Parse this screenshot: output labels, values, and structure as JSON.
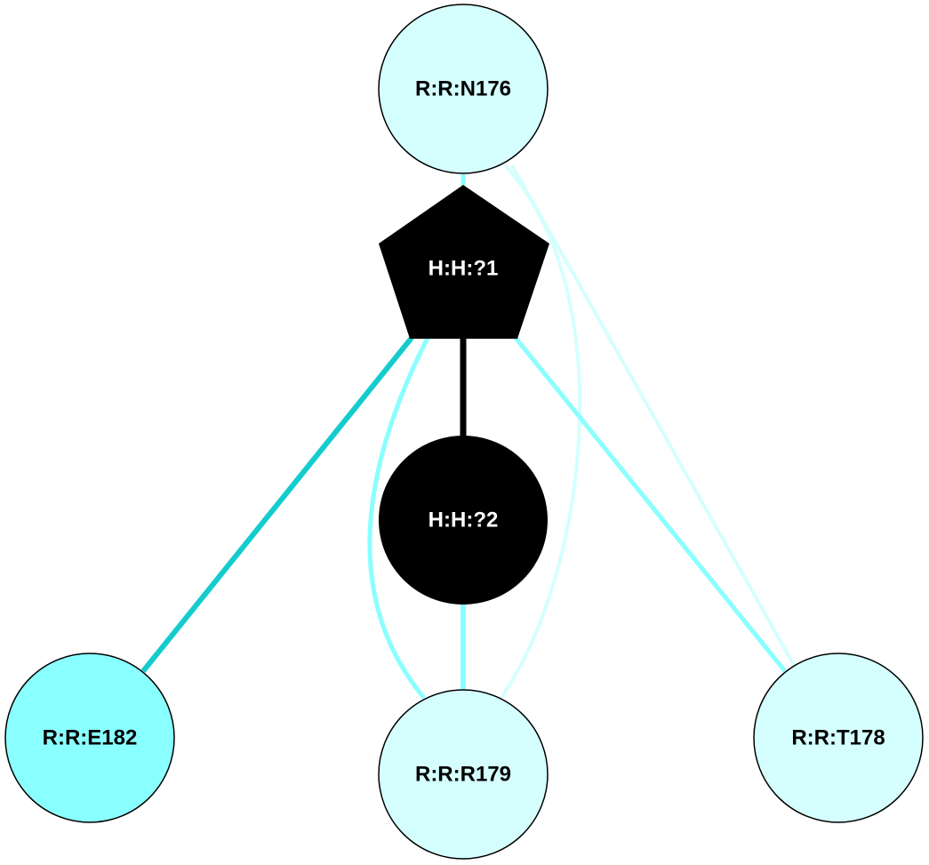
{
  "nodes": {
    "n176": {
      "label": "R:R:N176",
      "fill": "#d5ffff",
      "text_color": "#000000"
    },
    "h1": {
      "label": "H:H:?1",
      "fill": "#000000",
      "text_color": "#ffffff"
    },
    "h2": {
      "label": "H:H:?2",
      "fill": "#000000",
      "text_color": "#ffffff"
    },
    "e182": {
      "label": "R:R:E182",
      "fill": "#8affff",
      "text_color": "#000000"
    },
    "r179": {
      "label": "R:R:R179",
      "fill": "#d5ffff",
      "text_color": "#000000"
    },
    "t178": {
      "label": "R:R:T178",
      "fill": "#d5ffff",
      "text_color": "#000000"
    }
  },
  "edges": [
    {
      "from": "H:H:?1",
      "to": "R:R:N176",
      "color": "#8affff"
    },
    {
      "from": "H:H:?1",
      "to": "H:H:?2",
      "color": "#000000"
    },
    {
      "from": "H:H:?1",
      "to": "R:R:E182",
      "color": "#14cccc"
    },
    {
      "from": "H:H:?1",
      "to": "R:R:R179",
      "color": "#8affff"
    },
    {
      "from": "H:H:?1",
      "to": "R:R:T178",
      "color": "#8affff"
    },
    {
      "from": "H:H:?2",
      "to": "R:R:R179",
      "color": "#8affff"
    },
    {
      "from": "R:R:N176",
      "to": "R:R:R179",
      "color": "#d5ffff"
    },
    {
      "from": "R:R:N176",
      "to": "R:R:T178",
      "color": "#d5ffff"
    }
  ]
}
